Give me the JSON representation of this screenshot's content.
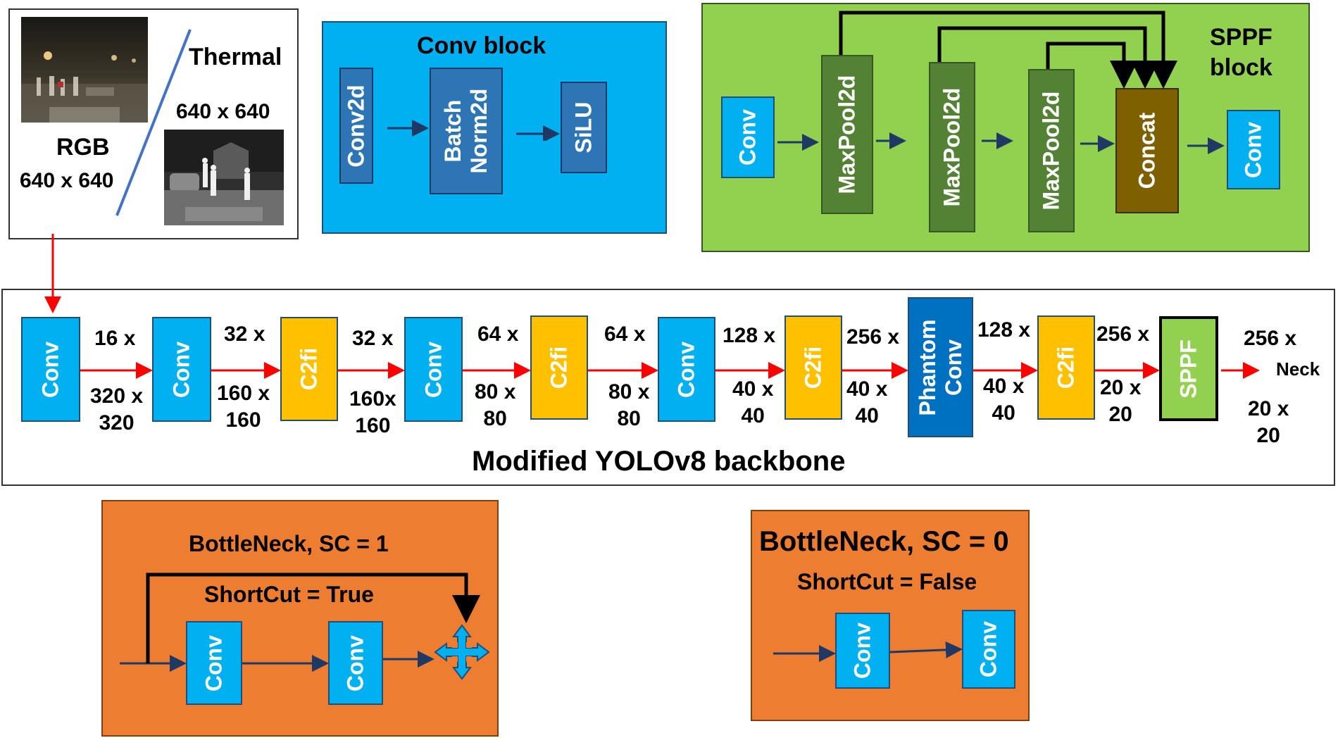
{
  "input": {
    "thermal_label": "Thermal",
    "thermal_size": "640 x 640",
    "rgb_label": "RGB",
    "rgb_size": "640 x 640"
  },
  "conv_block": {
    "title": "Conv block",
    "layers": [
      "Conv2d",
      "Batch\nNorm2d",
      "SiLU"
    ],
    "color": "#00b0f0"
  },
  "sppf_block": {
    "title": "SPPF\nblock",
    "layers": [
      "Conv",
      "MaxPool2d",
      "MaxPool2d",
      "MaxPool2d",
      "Concat",
      "Conv"
    ],
    "color": "#92d050"
  },
  "backbone": {
    "title": "Modified YOLOv8 backbone",
    "blocks": [
      "Conv",
      "Conv",
      "C2fi",
      "Conv",
      "C2fi",
      "Conv",
      "C2fi",
      "Phantom\nConv",
      "C2fi",
      "SPPF"
    ],
    "channels": [
      "16 x",
      "32 x",
      "32 x",
      "64 x",
      "64 x",
      "128 x",
      "256 x",
      "128 x",
      "256 x",
      "256 x"
    ],
    "sizes": [
      "320 x\n320",
      "160 x\n160",
      "160x\n160",
      "80 x\n80",
      "80 x\n80",
      "40 x\n40",
      "40 x\n40",
      "40 x\n40",
      "20 x\n20",
      "20 x\n20"
    ],
    "output": "Neck",
    "colors": {
      "conv": "#00b0f0",
      "c2fi": "#ffc000",
      "phantom": "#0070c0",
      "sppf": "#92d050",
      "arrow": "#ff0000"
    }
  },
  "bottleneck_sc1": {
    "title": "BottleNeck, SC = 1",
    "subtitle": "ShortCut = True",
    "layers": [
      "Conv",
      "Conv"
    ],
    "color": "#ed7d31"
  },
  "bottleneck_sc0": {
    "title": "BottleNeck, SC = 0",
    "subtitle": "ShortCut = False",
    "layers": [
      "Conv",
      "Conv"
    ],
    "color": "#ed7d31"
  }
}
